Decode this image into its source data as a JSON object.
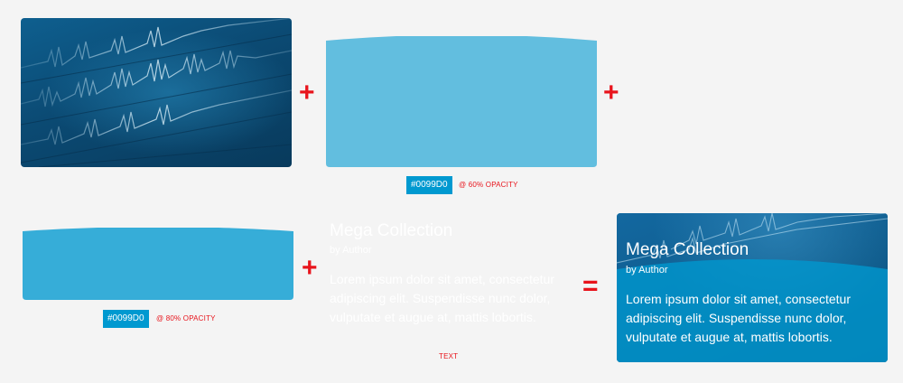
{
  "operators": {
    "plus": "+",
    "equals": "="
  },
  "layers": {
    "overlay_60": {
      "color_label": "#0099D0",
      "opacity_note": "@ 60% OPACITY"
    },
    "overlay_80": {
      "color_label": "#0099D0",
      "opacity_note": "@ 80% OPACITY"
    },
    "text_layer": {
      "title": "Mega Collection",
      "author": "by Author",
      "body": "Lorem ipsum dolor sit amet, consectetur adipiscing elit. Suspendisse nunc dolor, vulputate et augue at, mattis lobortis.",
      "caption": "TEXT"
    }
  },
  "result_card": {
    "title": "Mega Collection",
    "author": "by Author",
    "body": "Lorem ipsum dolor sit amet, consectetur adipiscing elit. Suspendisse nunc dolor, vulputate et augue at, mattis lobortis."
  },
  "colors": {
    "overlay": "#0099d0",
    "operator": "#e8141c",
    "background": "#f4f4f4"
  }
}
